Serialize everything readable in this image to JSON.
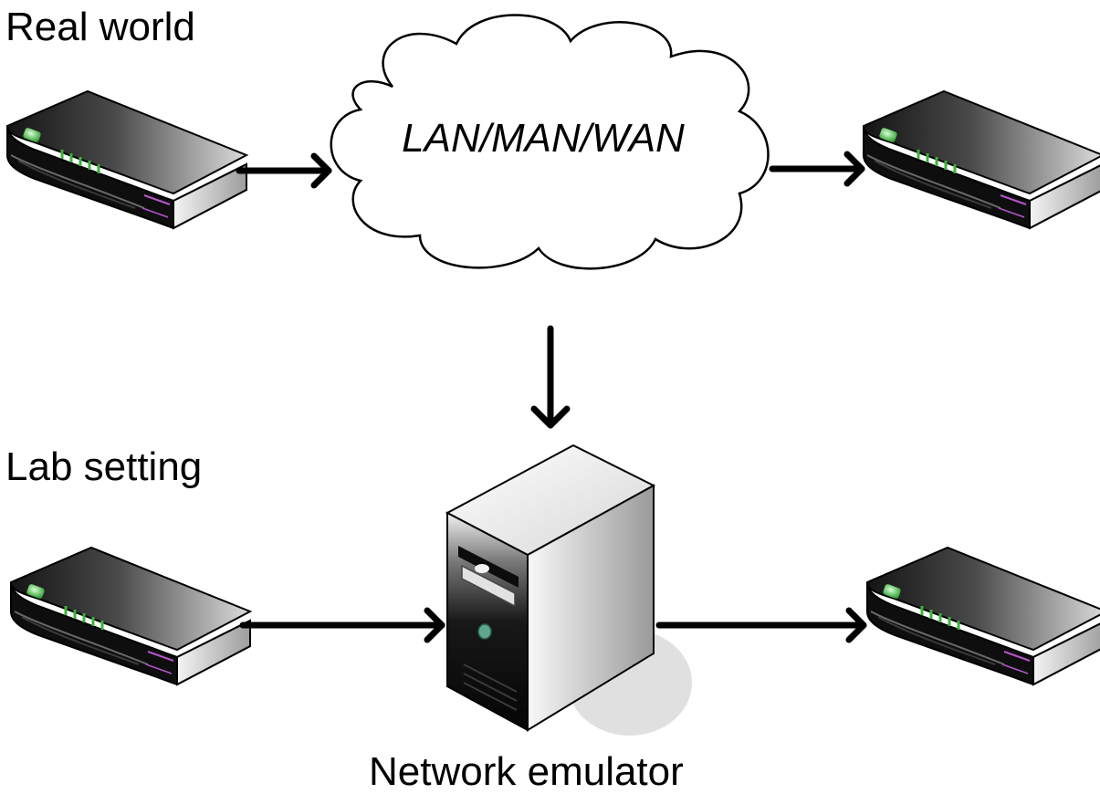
{
  "labels": {
    "real_world": "Real world",
    "lab_setting": "Lab setting",
    "network": "LAN/MAN/WAN",
    "emulator": "Network emulator"
  },
  "icons": {
    "device": "router-icon",
    "network": "cloud-icon",
    "server": "server-icon"
  },
  "colors": {
    "arrow": "#000000",
    "led": "#5fd35f"
  }
}
